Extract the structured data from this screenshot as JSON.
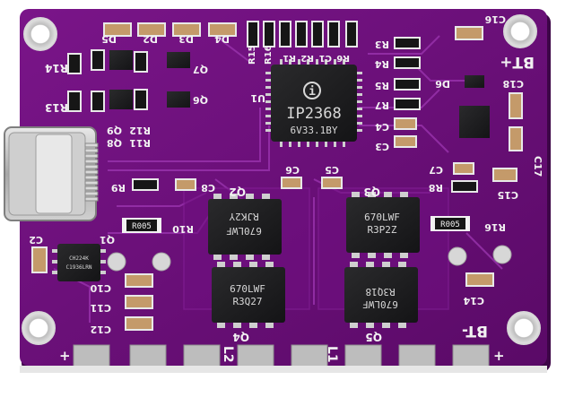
{
  "colors": {
    "board": "#6b0f7a",
    "board_dark": "#4a0856",
    "trace": "#8c2aa0",
    "silkscreen": "#f2f2f2",
    "chip": "#1d1d1f",
    "pad": "#c9c9c9",
    "capacitor": "#c49a6a",
    "background": "#ffffff"
  },
  "main_ic": {
    "logo": "i",
    "part": "IP2368",
    "code": "6V33.1BY",
    "ref": "U1"
  },
  "resistor_markings": {
    "r10": "R005",
    "r16": "R005"
  },
  "transistor_marks": {
    "q2": [
      "670LWF",
      "RJK2Y"
    ],
    "q3": [
      "670LWF",
      "R3P2Z"
    ],
    "q4": [
      "670LWF",
      "R3Q27"
    ],
    "q5": [
      "670LWF",
      "R3Q18"
    ]
  },
  "usb_chip": [
    "CH224K",
    "C1936LRN"
  ],
  "component_labels": {
    "r14": "R14",
    "r13": "R13",
    "r12": "R12",
    "r11": "R11",
    "q8": "Q8",
    "q9": "Q9",
    "r9": "R9",
    "c8": "C8",
    "q2": "Q2",
    "c6": "C6",
    "c5": "C5",
    "q3": "Q3",
    "c7": "C7",
    "r8": "R8",
    "c15": "C15",
    "r10": "R10",
    "q1": "Q1",
    "c2": "C2",
    "c10": "C10",
    "c11": "C11",
    "c12": "C12",
    "q4": "Q4",
    "q5": "Q5",
    "c14": "C14",
    "r16": "R16",
    "c16": "C16",
    "c18": "C18",
    "c3": "C3",
    "c4": "C4",
    "r3": "R3",
    "r4": "R4",
    "r5": "R5",
    "r7": "R7",
    "d6": "D6",
    "d2": "D2",
    "d3": "D3",
    "d4": "D4",
    "d5": "D5",
    "q6": "Q6",
    "q7": "Q7",
    "r15": "R15",
    "r2": "R2",
    "r1": "R1",
    "c1": "C1",
    "r6": "R6",
    "u1": "U1",
    "c17": "C17"
  },
  "terminal_labels": {
    "bt_plus": "BT+",
    "bt_minus": "BT-",
    "l1": "L1",
    "l2": "L2",
    "plus_left": "+",
    "plus_right": "+"
  }
}
